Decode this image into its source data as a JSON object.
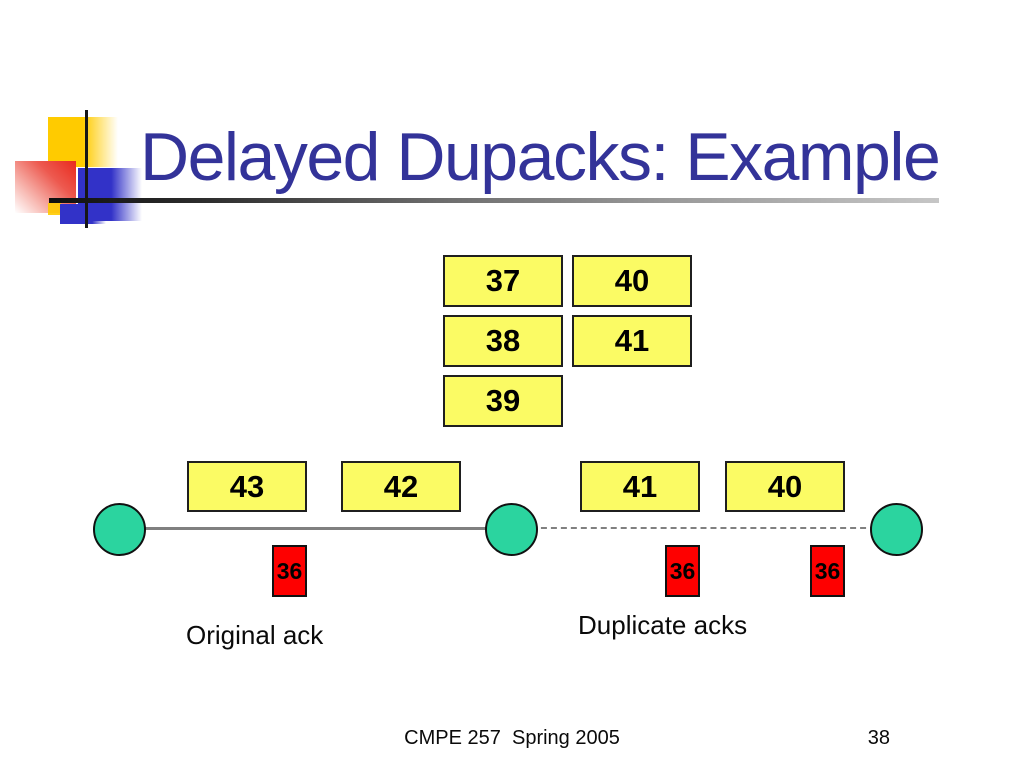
{
  "title": "Delayed Dupacks: Example",
  "footer": {
    "course_label": "CMPE 257  Spring 2005",
    "slide_number": "38"
  },
  "diagram": {
    "buffer_packets": [
      {
        "label": "37"
      },
      {
        "label": "40"
      },
      {
        "label": "38"
      },
      {
        "label": "41"
      },
      {
        "label": "39"
      }
    ],
    "left_link_packets": [
      {
        "label": "43"
      },
      {
        "label": "42"
      }
    ],
    "right_link_packets": [
      {
        "label": "41"
      },
      {
        "label": "40"
      }
    ],
    "acks": [
      {
        "label": "36"
      },
      {
        "label": "36"
      },
      {
        "label": "36"
      }
    ],
    "captions": {
      "left": "Original ack",
      "right": "Duplicate acks"
    }
  },
  "colors": {
    "title": "#333399",
    "packet_fill": "#fbfb64",
    "ack_fill": "#fe0000",
    "node_fill": "#2bd49f",
    "solid_link": "#808080",
    "dashed_link": "#808080"
  }
}
